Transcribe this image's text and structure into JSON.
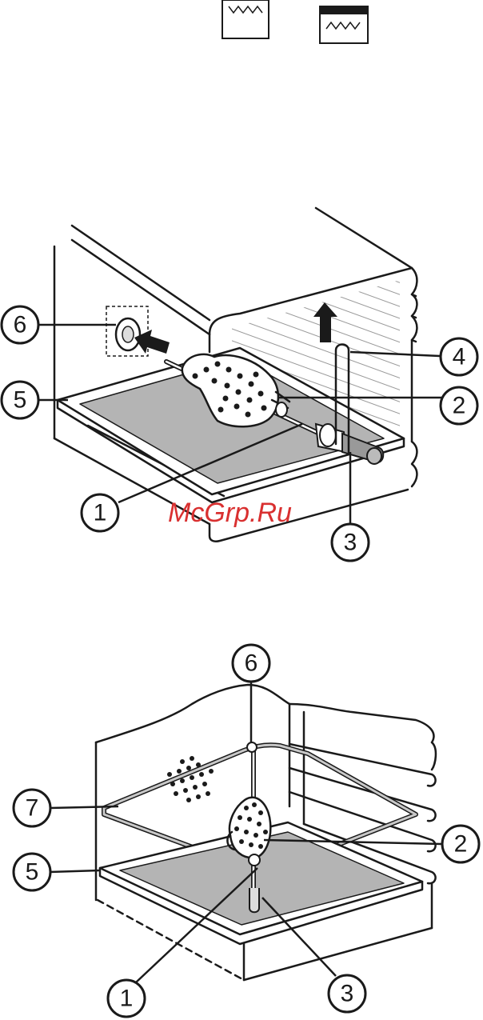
{
  "watermark": "McGrp.Ru",
  "colors": {
    "stroke": "#1a1a1a",
    "tray": "#b4b4b4",
    "element": "#c8c8c8",
    "watermark": "#d93030"
  },
  "mode_icons": [
    {
      "name": "top-heat-icon"
    },
    {
      "name": "top-heat-grill-icon"
    }
  ],
  "figure1": {
    "callouts": [
      {
        "label": "6",
        "part": "spit-drive-socket"
      },
      {
        "label": "5",
        "part": "drip-tray"
      },
      {
        "label": "4",
        "part": "spit-support"
      },
      {
        "label": "2",
        "part": "spit-fork"
      },
      {
        "label": "1",
        "part": "spit-rod"
      },
      {
        "label": "3",
        "part": "spit-handle"
      }
    ]
  },
  "figure2": {
    "callouts": [
      {
        "label": "6",
        "part": "spit-drive"
      },
      {
        "label": "7",
        "part": "grill-element"
      },
      {
        "label": "5",
        "part": "drip-tray"
      },
      {
        "label": "2",
        "part": "spit-fork"
      },
      {
        "label": "1",
        "part": "spit-rod"
      },
      {
        "label": "3",
        "part": "spit-support"
      }
    ]
  }
}
